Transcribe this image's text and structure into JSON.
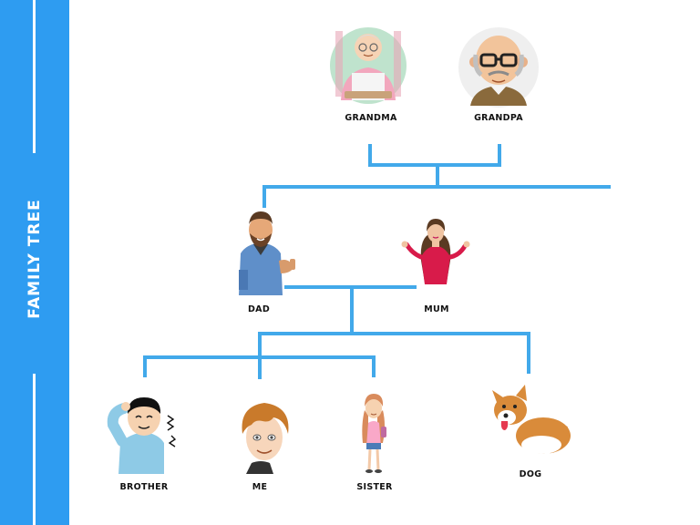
{
  "sidebar": {
    "title": "FAMILY TREE"
  },
  "colors": {
    "sidebar": "#2e9cf1",
    "connector": "#42a9ea"
  },
  "members": {
    "grandma": {
      "label": "GRANDMA",
      "icon": "grandma-avatar-icon"
    },
    "grandpa": {
      "label": "GRANDPA",
      "icon": "grandpa-avatar-icon"
    },
    "dad": {
      "label": "DAD",
      "icon": "dad-avatar-icon"
    },
    "mum": {
      "label": "MUM",
      "icon": "mum-avatar-icon"
    },
    "brother": {
      "label": "BROTHER",
      "icon": "brother-avatar-icon"
    },
    "me": {
      "label": "ME",
      "icon": "me-avatar-icon"
    },
    "sister": {
      "label": "SISTER",
      "icon": "sister-avatar-icon"
    },
    "dog": {
      "label": "DOG",
      "icon": "dog-avatar-icon"
    }
  }
}
